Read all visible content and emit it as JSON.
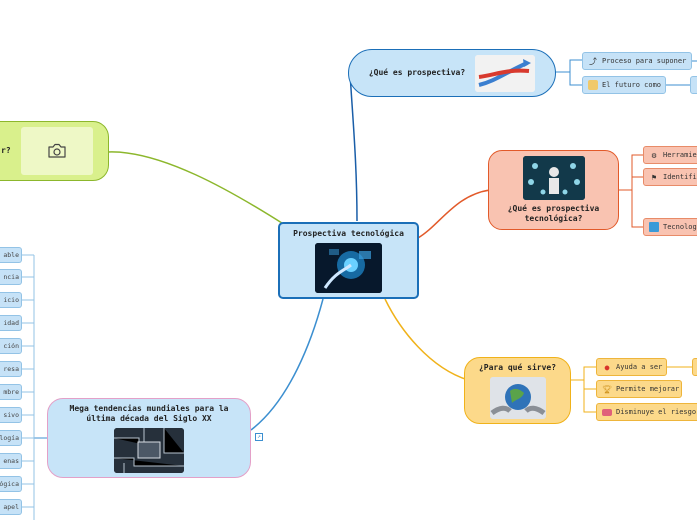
{
  "central": {
    "title": "Prospectiva tecnológica"
  },
  "branches": {
    "que_es_prospectiva": {
      "title": "¿Qué es prospectiva?",
      "children": [
        "Proceso para suponer",
        "El futuro como"
      ]
    },
    "que_es_prospectiva_tecnologica": {
      "title": "¿Qué es prospectiva tecnológica?",
      "children": [
        "Herramie",
        "Identifi",
        "Tecnolog"
      ]
    },
    "para_que_sirve": {
      "title": "¿Para qué sirve?",
      "children": [
        "Ayuda a ser",
        "Permite mejorar",
        "Disminuye el riesgo"
      ]
    },
    "mega_tendencias": {
      "title": "Mega tendencias mundiales para la última década del Siglo XX",
      "children": [
        "able",
        "ncia",
        "icio",
        "idad",
        "ción",
        "resa",
        "mbre",
        "sivo",
        "logía",
        "enas",
        "ógica",
        "apel"
      ]
    },
    "left_top": {
      "title": "r?"
    }
  },
  "colors": {
    "blue_branch": "#1a5ea8",
    "orange_branch": "#e25a2a",
    "yellow_branch": "#f0b21a",
    "light_blue_branch": "#3c8fd0",
    "green_branch": "#8cb72c"
  }
}
